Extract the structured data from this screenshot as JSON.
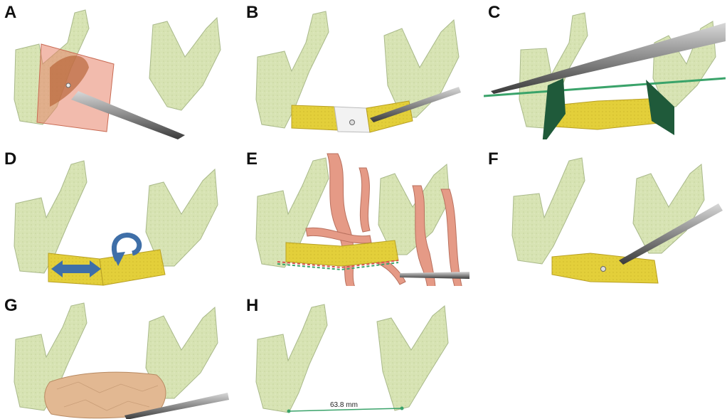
{
  "panels": [
    {
      "label": "A"
    },
    {
      "label": "B"
    },
    {
      "label": "C"
    },
    {
      "label": "D"
    },
    {
      "label": "E"
    },
    {
      "label": "F"
    },
    {
      "label": "G"
    },
    {
      "label": "H"
    }
  ],
  "measurement": {
    "text": "63.8 mm"
  },
  "colors": {
    "bone": "#d7e3b3",
    "bone_edge": "#a9b98a",
    "graft": "#e3cf3a",
    "vessel": "#e59a86",
    "plane_green": "#1f5a3a",
    "axis_green": "#3aa36a",
    "pointer": "#8a8a8a",
    "cut_plane": "#e8836a",
    "arrow_blue": "#3f6fa8",
    "guide_skin": "#e2b892"
  }
}
